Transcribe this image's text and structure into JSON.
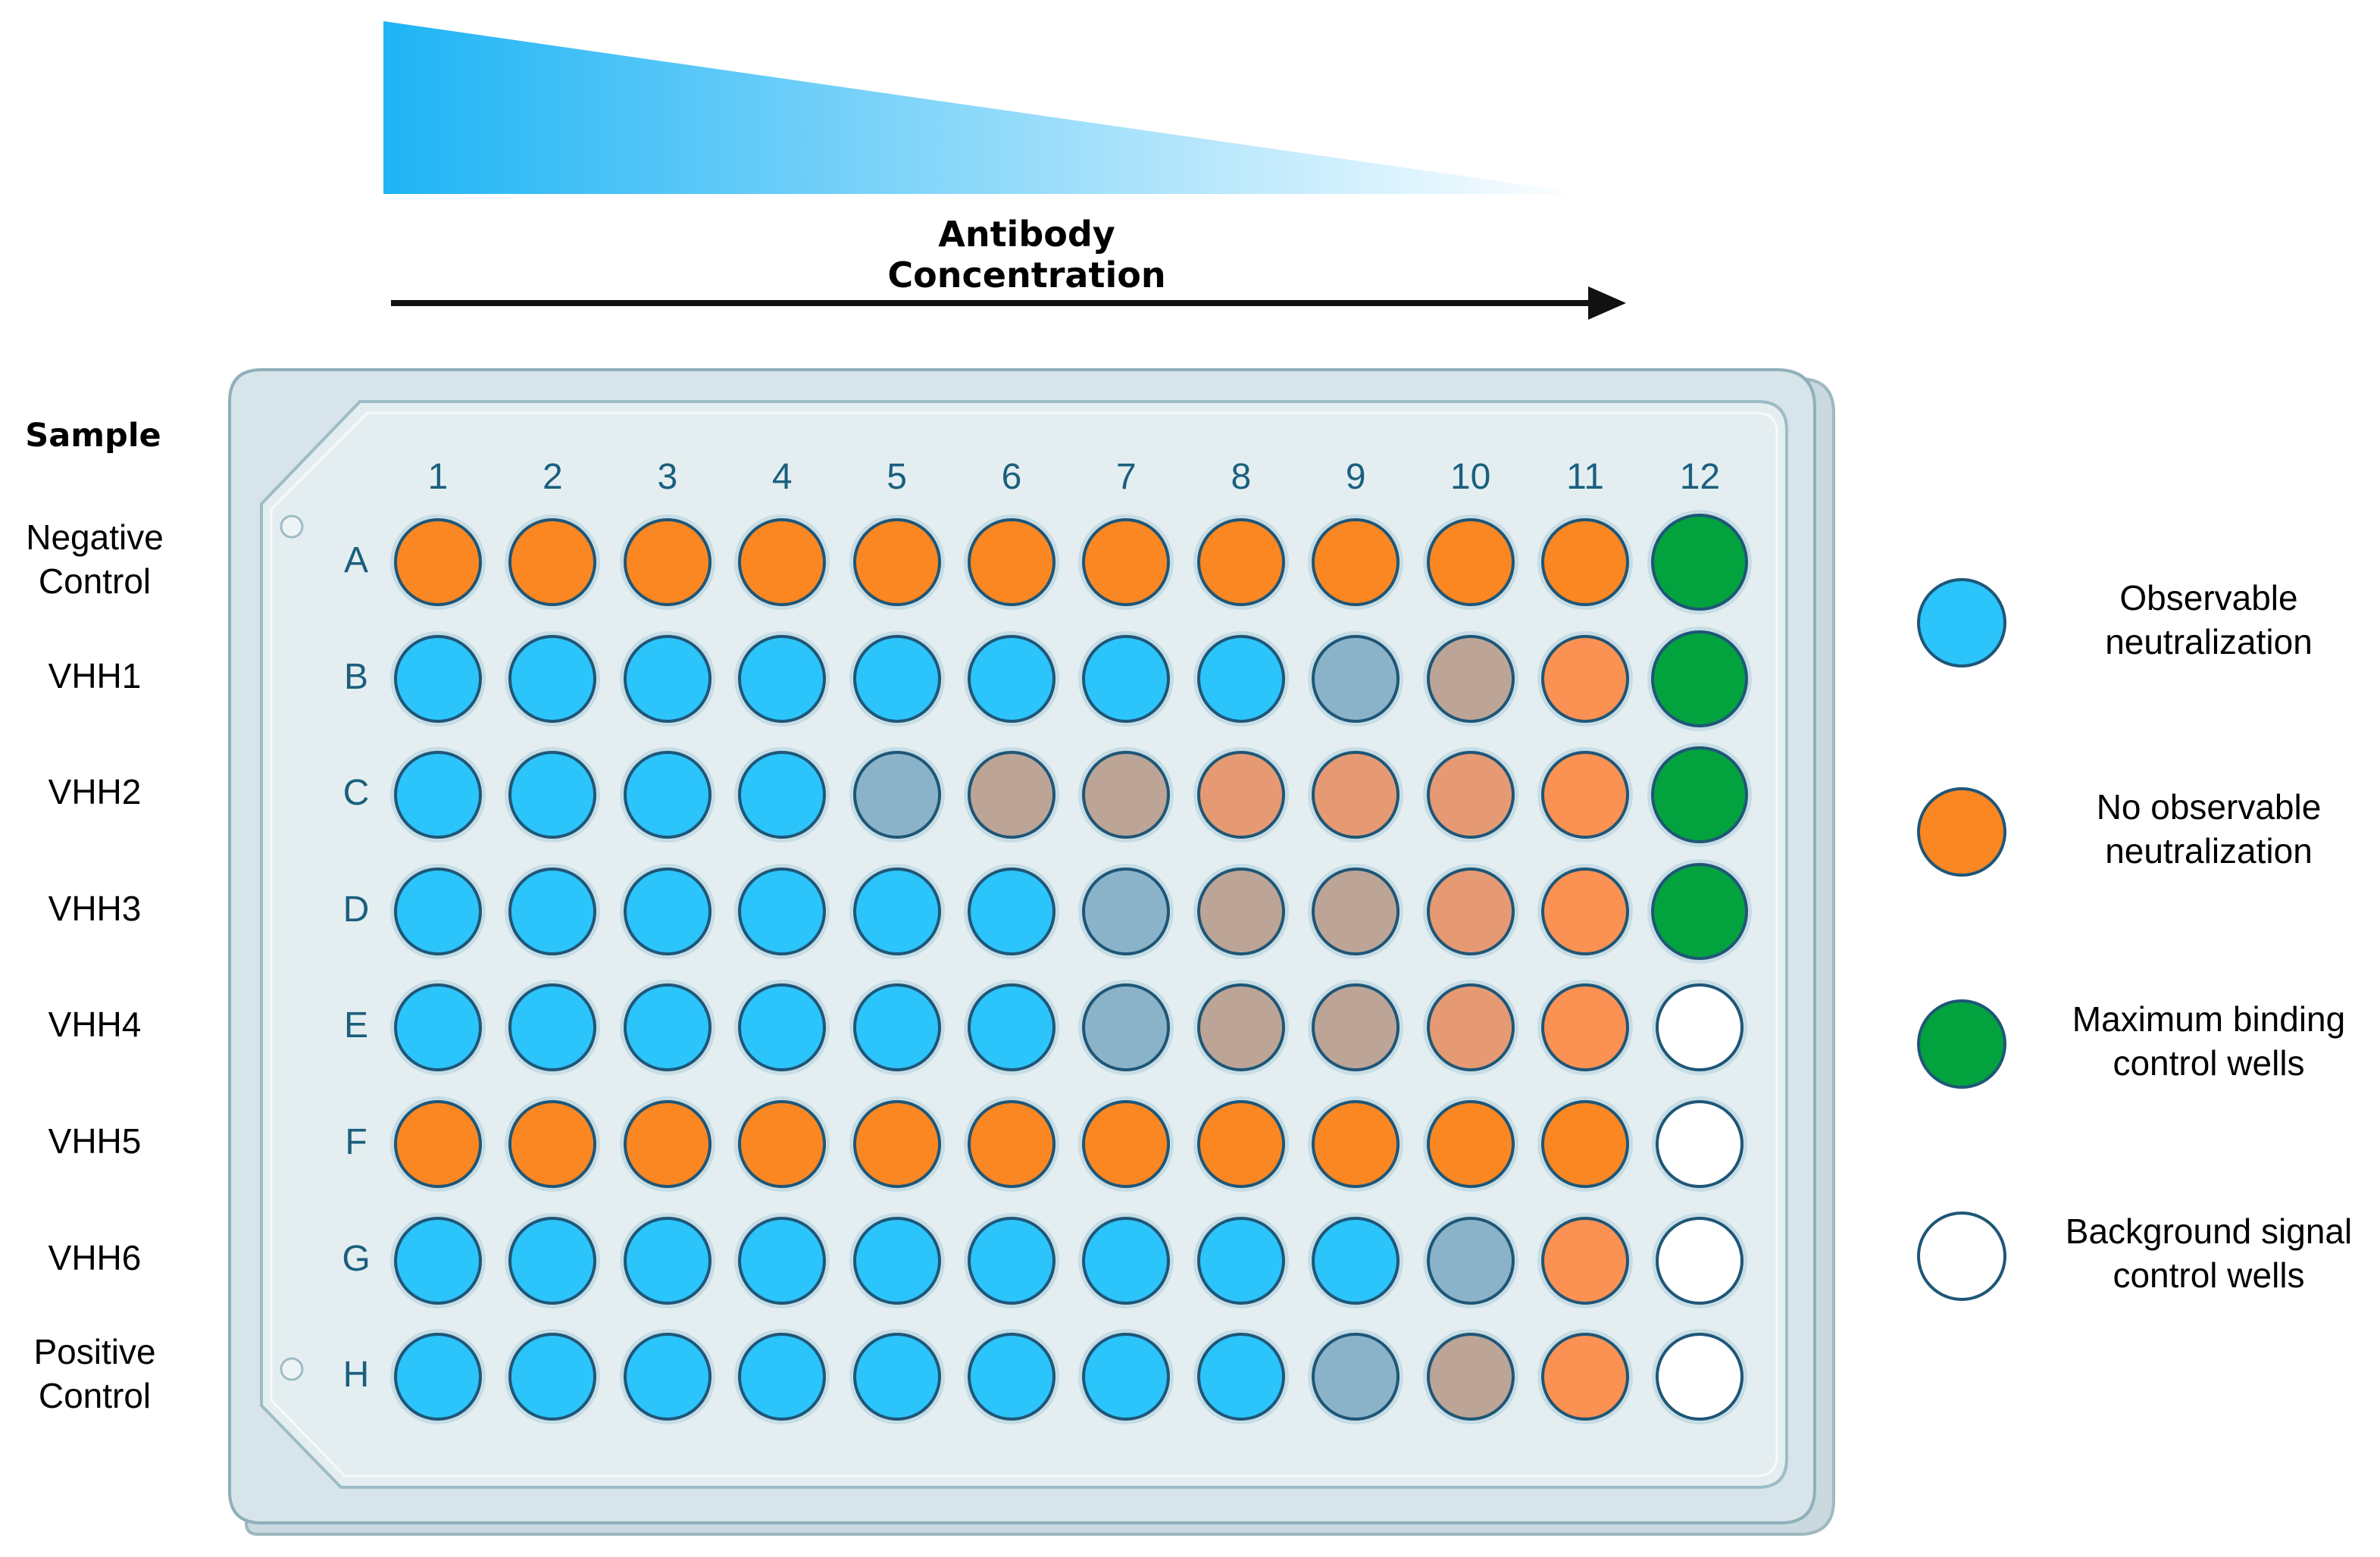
{
  "gradient": {
    "label": "Antibody Concentration",
    "start_color": "#1eb4f5",
    "end_color": "#ffffff"
  },
  "sample_title": "Sample",
  "samples": [
    {
      "lines": [
        "Negative",
        "Control"
      ]
    },
    {
      "lines": [
        "VHH1"
      ]
    },
    {
      "lines": [
        "VHH2"
      ]
    },
    {
      "lines": [
        "VHH3"
      ]
    },
    {
      "lines": [
        "VHH4"
      ]
    },
    {
      "lines": [
        "VHH5"
      ]
    },
    {
      "lines": [
        "VHH6"
      ]
    },
    {
      "lines": [
        "Positive",
        "Control"
      ]
    }
  ],
  "plate": {
    "columns": [
      "1",
      "2",
      "3",
      "4",
      "5",
      "6",
      "7",
      "8",
      "9",
      "10",
      "11",
      "12"
    ],
    "rows": [
      "A",
      "B",
      "C",
      "D",
      "E",
      "F",
      "G",
      "H"
    ],
    "colors": {
      "O": "#fb8722",
      "B": "#2bc4fb",
      "G": "#02a33e",
      "W": "#ffffff",
      "S": "#8ab3c9",
      "T": "#bca596",
      "P": "#e59a74",
      "Q": "#fb9152"
    },
    "wells": [
      [
        "O",
        "O",
        "O",
        "O",
        "O",
        "O",
        "O",
        "O",
        "O",
        "O",
        "O",
        "G"
      ],
      [
        "B",
        "B",
        "B",
        "B",
        "B",
        "B",
        "B",
        "B",
        "S",
        "T",
        "Q",
        "G"
      ],
      [
        "B",
        "B",
        "B",
        "B",
        "S",
        "T",
        "T",
        "P",
        "P",
        "P",
        "Q",
        "G"
      ],
      [
        "B",
        "B",
        "B",
        "B",
        "B",
        "B",
        "S",
        "T",
        "T",
        "P",
        "Q",
        "G"
      ],
      [
        "B",
        "B",
        "B",
        "B",
        "B",
        "B",
        "S",
        "T",
        "T",
        "P",
        "Q",
        "W"
      ],
      [
        "O",
        "O",
        "O",
        "O",
        "O",
        "O",
        "O",
        "O",
        "O",
        "O",
        "O",
        "W"
      ],
      [
        "B",
        "B",
        "B",
        "B",
        "B",
        "B",
        "B",
        "B",
        "B",
        "S",
        "Q",
        "W"
      ],
      [
        "B",
        "B",
        "B",
        "B",
        "B",
        "B",
        "B",
        "B",
        "S",
        "T",
        "Q",
        "W"
      ]
    ]
  },
  "legend": [
    {
      "color": "#2bc4fb",
      "lines": [
        "Observable",
        "neutralization"
      ]
    },
    {
      "color": "#fb8722",
      "lines": [
        "No observable",
        "neutralization"
      ]
    },
    {
      "color": "#02a33e",
      "lines": [
        "Maximum binding",
        "control wells"
      ]
    },
    {
      "color": "#ffffff",
      "lines": [
        "Background signal",
        "control wells"
      ]
    }
  ]
}
